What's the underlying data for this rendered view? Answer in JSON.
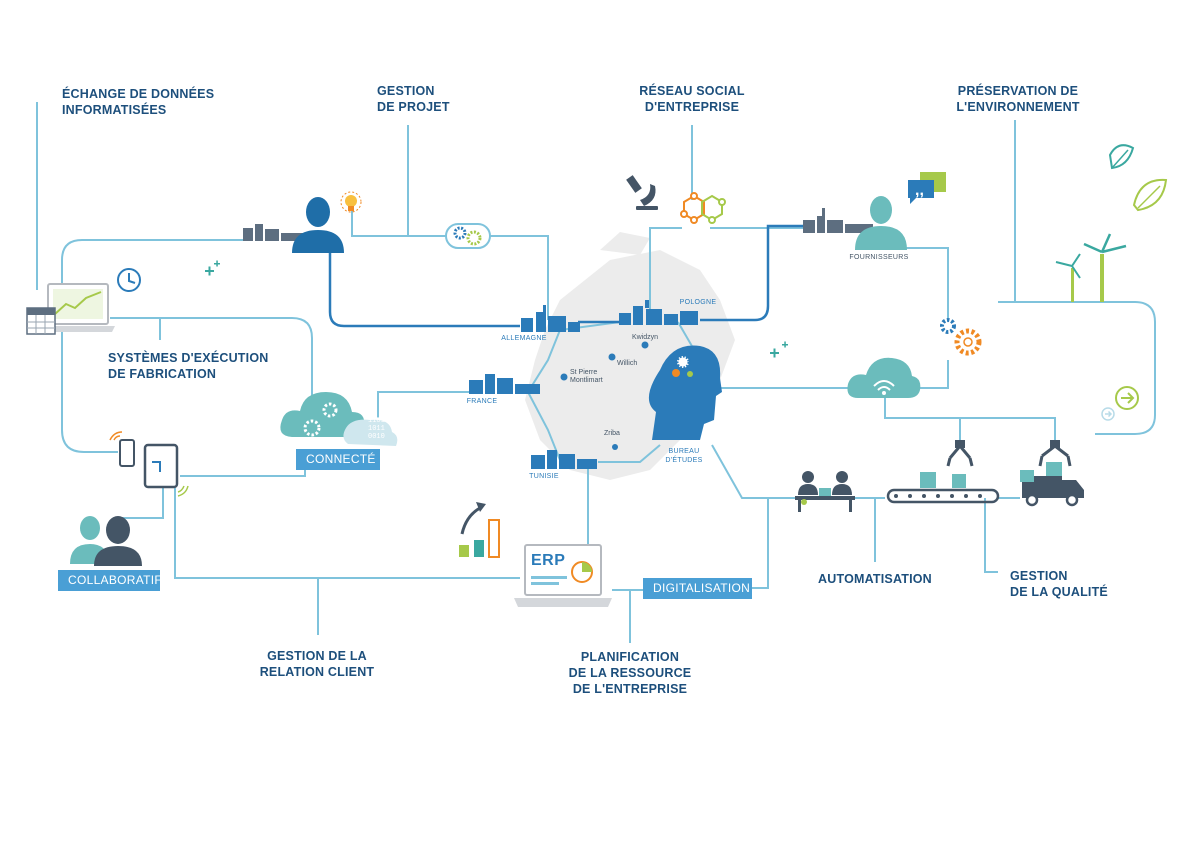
{
  "labels": {
    "edi": "ÉCHANGE DE DONNÉES\nINFORMATISÉES",
    "gestion_projet": "GESTION\nDE PROJET",
    "reseau_social": "RÉSEAU SOCIAL\nD'ENTREPRISE",
    "preservation": "PRÉSERVATION DE\nL'ENVIRONNEMENT",
    "mes": "SYSTÈMES D'EXÉCUTION\nDE FABRICATION",
    "crm": "GESTION DE LA\nRELATION CLIENT",
    "erp_planning": "PLANIFICATION\nDE LA RESSOURCE\nDE L'ENTREPRISE",
    "automatisation": "AUTOMATISATION",
    "qualite": "GESTION\nDE LA QUALITÉ"
  },
  "tags": {
    "connecte": "CONNECTÉ",
    "collaboratif": "COLLABORATIF",
    "digitalisation": "DIGITALISATION"
  },
  "sites": {
    "allemagne": "ALLEMAGNE",
    "pologne": "POLOGNE",
    "france": "FRANCE",
    "tunisie": "TUNISIE",
    "fournisseurs": "FOURNISSEURS",
    "bureau": "BUREAU\nD'ÉTUDES"
  },
  "cities": {
    "kwidzyn": "Kwidzyn",
    "willich": "Willich",
    "st_pierre": "St Pierre\nMontlimart",
    "zriba": "Zriba"
  },
  "erp_text": "ERP",
  "binary_text": "1101\n1011\n0010",
  "colors": {
    "line": "#7fc3dc",
    "dark_line": "#2b7bb9",
    "navy": "#1d4f7c",
    "tag": "#4a9fd5",
    "teal": "#8ecfcf",
    "green": "#a6c94a",
    "orange": "#f08a24"
  }
}
